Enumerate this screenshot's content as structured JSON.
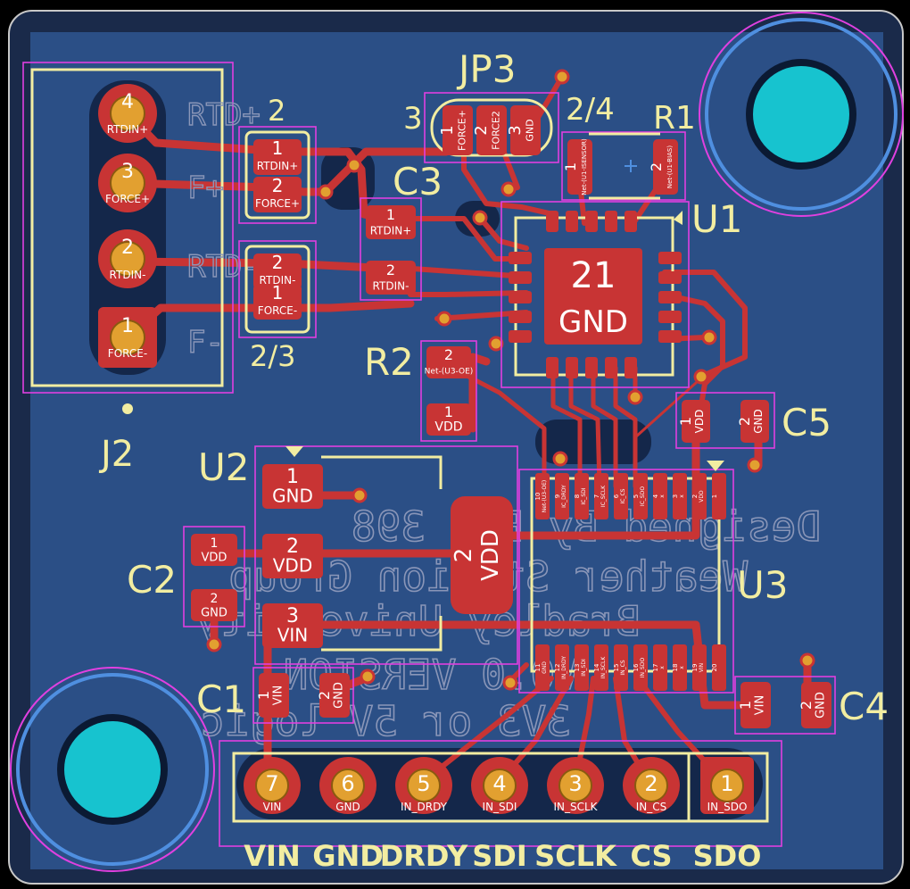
{
  "board": {
    "colors": {
      "background": "#000000",
      "board_edge": "#1a2a4a",
      "copper_fill": "#2b4f86",
      "trace": "#c83434",
      "silkscreen": "#f2eda1",
      "courtyard": "#e040e0",
      "mount_hole": "#17c3cf",
      "back_silk": "#8a96b8"
    }
  },
  "refs": {
    "JP3": "JP3",
    "R1": "R1",
    "U1": "U1",
    "C3": "C3",
    "R2": "R2",
    "J2": "J2",
    "U2": "U2",
    "C2": "C2",
    "C1": "C1",
    "U3": "U3",
    "C5": "C5",
    "C4": "C4"
  },
  "silk_labels": {
    "jp3_left": "3",
    "jp3_right": "2/4",
    "sw_top_pin": "2",
    "sw_bottom": "2/3",
    "rtd_plus": "RTD+",
    "f_plus": "F+",
    "rtd_minus": "RTD-",
    "f_minus": "F-"
  },
  "back_silk": {
    "line1": "Designed By ECE 398",
    "line2": "Weather Station Group",
    "line3": "Bradley University",
    "line4": "V0.0 VERSION",
    "line5": "3V3 or 5V logic"
  },
  "j2_pins": [
    {
      "num": "4",
      "net": "RTDIN+"
    },
    {
      "num": "3",
      "net": "FORCE+"
    },
    {
      "num": "2",
      "net": "RTDIN-"
    },
    {
      "num": "1",
      "net": "FORCE-"
    }
  ],
  "jp_top": [
    {
      "num": "1",
      "net": "RTDIN+"
    },
    {
      "num": "2",
      "net": "FORCE+"
    }
  ],
  "jp_bot": [
    {
      "num": "2",
      "net": "RTDIN-"
    },
    {
      "num": "1",
      "net": "FORCE-"
    }
  ],
  "jp3_pads": [
    {
      "num": "1",
      "net": "FORCE+"
    },
    {
      "num": "2",
      "net": "FORCE2"
    },
    {
      "num": "3",
      "net": "GND"
    }
  ],
  "r1_pads": [
    {
      "num": "1",
      "net": "Net-(U1-ISENSOR)"
    },
    {
      "num": "2",
      "net": "Net-(U1-BIAS)"
    }
  ],
  "c3_pads": [
    {
      "num": "1",
      "net": "RTDIN+"
    },
    {
      "num": "2",
      "net": "RTDIN-"
    }
  ],
  "u1_center": {
    "num": "21",
    "net": "GND"
  },
  "r2_pads": [
    {
      "num": "2",
      "net": "Net-(U3-OE)"
    },
    {
      "num": "1",
      "net": "VDD"
    }
  ],
  "c5_pads": [
    {
      "num": "1",
      "net": "VDD"
    },
    {
      "num": "2",
      "net": "GND"
    }
  ],
  "u2_pads": [
    {
      "num": "1",
      "net": "GND"
    },
    {
      "num": "2",
      "net": "VDD"
    },
    {
      "num": "3",
      "net": "VIN"
    }
  ],
  "u2_tab": {
    "num": "2",
    "net": "VDD"
  },
  "c2_pads": [
    {
      "num": "1",
      "net": "VDD"
    },
    {
      "num": "2",
      "net": "GND"
    }
  ],
  "c1_pads": [
    {
      "num": "1",
      "net": "VIN"
    },
    {
      "num": "2",
      "net": "GND"
    }
  ],
  "c4_pads": [
    {
      "num": "1",
      "net": "VIN"
    },
    {
      "num": "2",
      "net": "GND"
    }
  ],
  "u3_top": [
    {
      "num": "10",
      "net": "Net-(U3-OE)"
    },
    {
      "num": "9",
      "net": "IC_DRDY"
    },
    {
      "num": "8",
      "net": "IC_SDI"
    },
    {
      "num": "7",
      "net": "IC_SCLK"
    },
    {
      "num": "6",
      "net": "IC_CS"
    },
    {
      "num": "5",
      "net": "IC_SDO"
    },
    {
      "num": "4",
      "net": "x"
    },
    {
      "num": "3",
      "net": "x"
    },
    {
      "num": "2",
      "net": "VDD"
    },
    {
      "num": "1",
      "net": ""
    }
  ],
  "u3_bot": [
    {
      "num": "11",
      "net": "GND"
    },
    {
      "num": "12",
      "net": "IN_DRDY"
    },
    {
      "num": "13",
      "net": "IN_SDI"
    },
    {
      "num": "14",
      "net": "IN_SCLK"
    },
    {
      "num": "15",
      "net": "IN_CS"
    },
    {
      "num": "16",
      "net": "IN_SDO"
    },
    {
      "num": "17",
      "net": "x"
    },
    {
      "num": "18",
      "net": "x"
    },
    {
      "num": "19",
      "net": "VIN"
    },
    {
      "num": "20",
      "net": ""
    }
  ],
  "j1_pins": [
    {
      "num": "7",
      "net": "VIN",
      "label": "VIN"
    },
    {
      "num": "6",
      "net": "GND",
      "label": "GND"
    },
    {
      "num": "5",
      "net": "IN_DRDY",
      "label": "DRDY"
    },
    {
      "num": "4",
      "net": "IN_SDI",
      "label": "SDI"
    },
    {
      "num": "3",
      "net": "IN_SCLK",
      "label": "SCLK"
    },
    {
      "num": "2",
      "net": "IN_CS",
      "label": "CS"
    },
    {
      "num": "1",
      "net": "IN_SDO",
      "label": "SDO"
    }
  ]
}
